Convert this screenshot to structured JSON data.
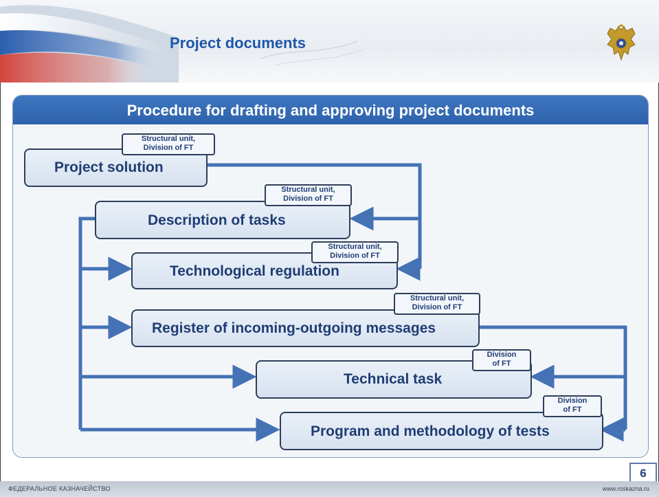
{
  "header": {
    "title": "Project documents"
  },
  "panel": {
    "title": "Procedure for drafting and approving project documents"
  },
  "boxes": [
    {
      "label": "Project solution",
      "tag_line1": "Structural unit,",
      "tag_line2": "Division of FT"
    },
    {
      "label": "Description of tasks",
      "tag_line1": "Structural unit,",
      "tag_line2": "Division of FT"
    },
    {
      "label": "Technological regulation",
      "tag_line1": "Structural unit,",
      "tag_line2": "Division of FT"
    },
    {
      "label": "Register of incoming-outgoing messages",
      "tag_line1": "Structural unit,",
      "tag_line2": "Division of FT"
    },
    {
      "label": "Technical task",
      "tag_line1": "Division",
      "tag_line2": "of FT"
    },
    {
      "label": "Program and methodology of tests",
      "tag_line1": "Division",
      "tag_line2": "of FT"
    }
  ],
  "page_number": "6",
  "footer": {
    "left": "ФЕДЕРАЛЬНОЕ КАЗНАЧЕЙСТВО",
    "right": "www.roskazna.ru"
  },
  "colors": {
    "title_blue": "#1f57a8",
    "panel_header": "#2d62ab",
    "arrow": "#4472b5",
    "box_text": "#1f3d73"
  }
}
